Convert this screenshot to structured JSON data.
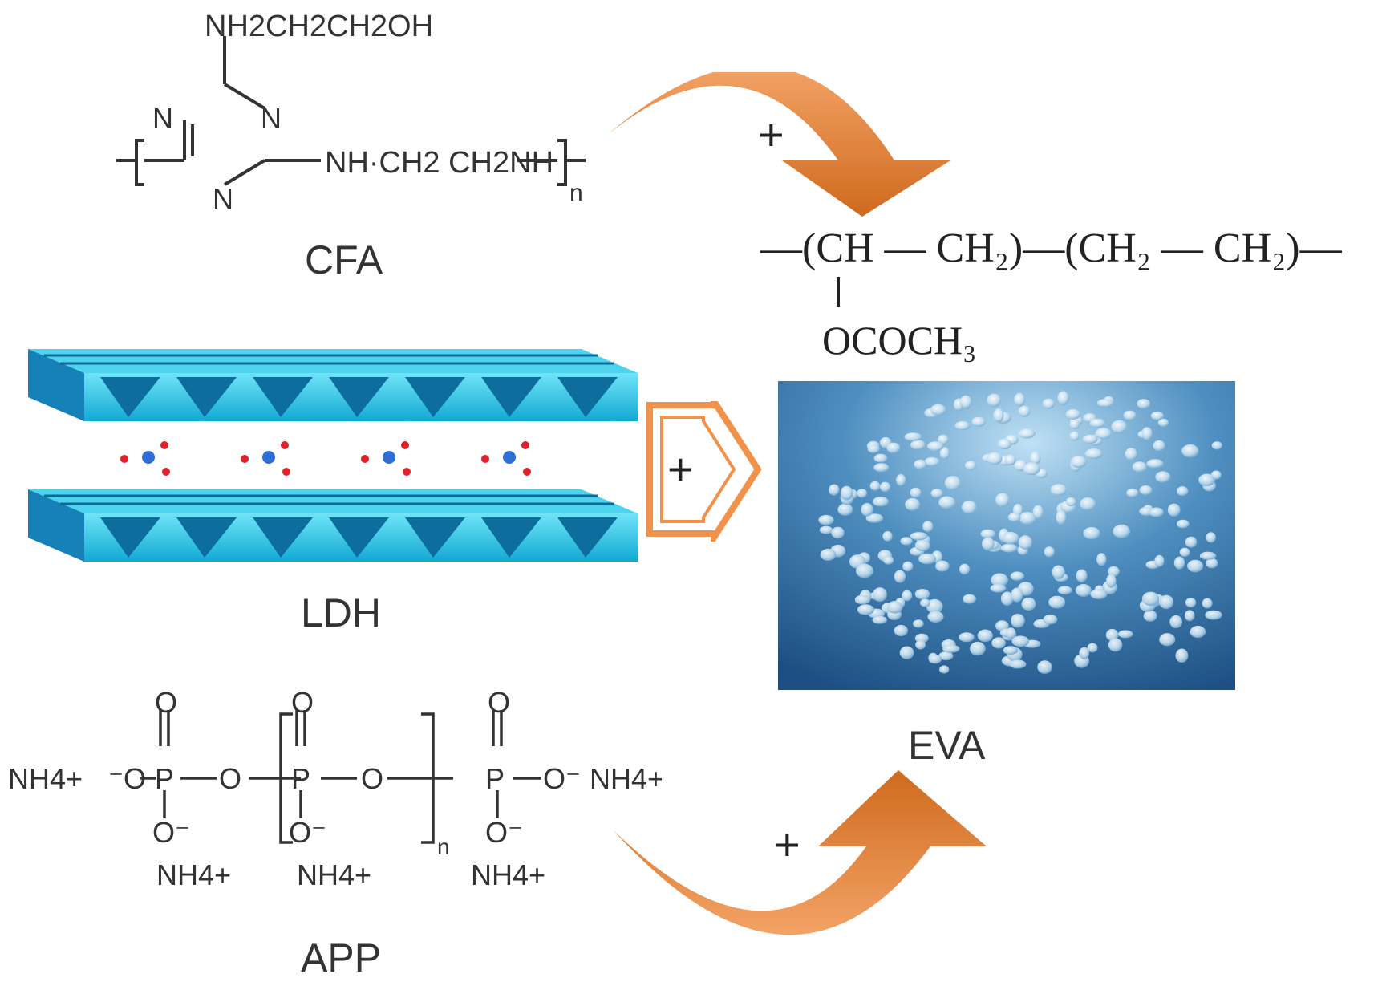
{
  "cfa": {
    "name": "CFA",
    "side_chain": "NH2CH2CH2OH",
    "ring_atom": "N",
    "backbone": "NH·CH2 CH2NH",
    "repeat": "n"
  },
  "ldh": {
    "name": "LDH"
  },
  "app": {
    "name": "APP",
    "counter_ion": "NH4+",
    "repeat": "n"
  },
  "eva": {
    "name": "EVA",
    "formula_main": "—(CH — CH₂)—(CH₂ — CH₂)—",
    "formula_branch": "OCOCH₃"
  },
  "connectors": {
    "top_plus": "+",
    "middle_plus": "+",
    "bottom_plus": "+"
  },
  "colors": {
    "arrow_orange": "#e0792d",
    "ldh_cyan": "#1fc3e6",
    "ldh_dark": "#1476a8",
    "eva_bg": "#2f6aa0",
    "oxygen_red": "#e0222a"
  }
}
